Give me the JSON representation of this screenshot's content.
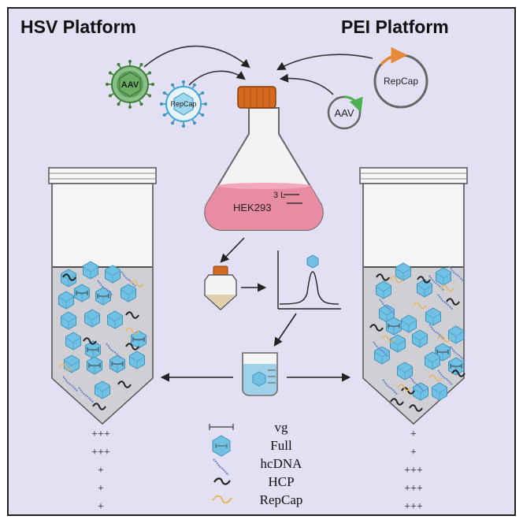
{
  "titles": {
    "left": "HSV Platform",
    "right": "PEI Platform"
  },
  "virus_labels": {
    "aav": "AAV",
    "repcap": "RepCap"
  },
  "plasmid_labels": {
    "aav": "AAV",
    "repcap": "RepCap"
  },
  "flask": {
    "cell_line": "HEK293",
    "volume": "3 L"
  },
  "legend": [
    {
      "label": "vg",
      "icon": "vg-icon"
    },
    {
      "label": "Full",
      "icon": "full-capsid-icon"
    },
    {
      "label": "hcDNA",
      "icon": "hcdna-icon"
    },
    {
      "label": "HCP",
      "icon": "hcp-icon"
    },
    {
      "label": "RepCap",
      "icon": "repcap-icon"
    }
  ],
  "hsv_scores": [
    "+++",
    "+++",
    "+",
    "+",
    "+"
  ],
  "pei_scores": [
    "+",
    "+",
    "+++",
    "+++",
    "+++"
  ],
  "colors": {
    "background": "#e3e0f3",
    "capsid": "#70c1e3",
    "capsid_stroke": "#3f93bf",
    "hcdna": "#6d87c9",
    "hcp": "#222222",
    "repcap": "#e8b664",
    "media": "#e88ca3",
    "cap": "#d2691e",
    "tube_fill": "#f2f2f4",
    "tube_stroke": "#555555",
    "plasmid_arrow_orange": "#e8893a",
    "plasmid_arrow_green": "#4caf50"
  }
}
